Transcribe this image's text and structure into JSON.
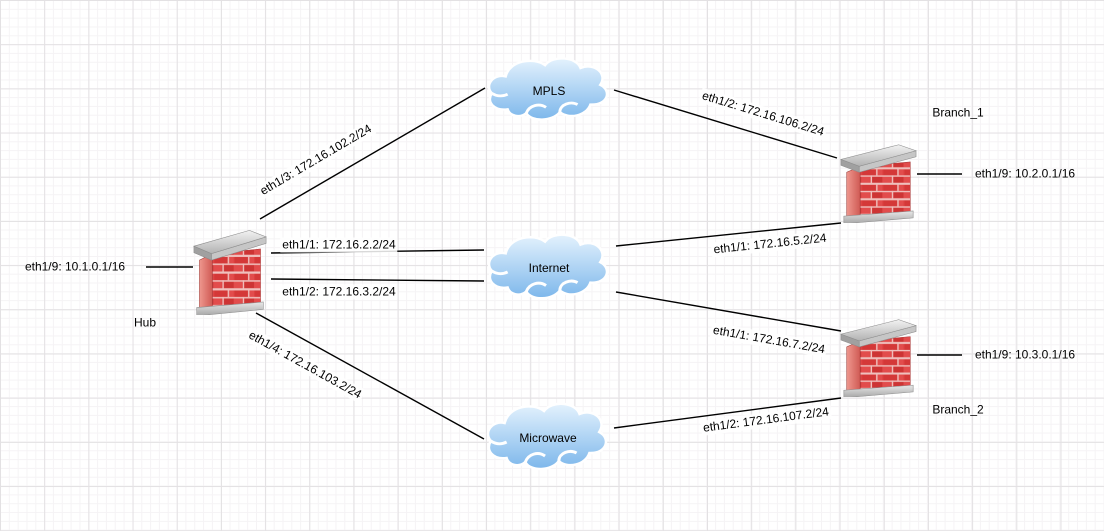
{
  "canvas": {
    "background": "#ffffff",
    "grid_minor_color": "#f5f3f5",
    "grid_major_color": "#e3e1e3"
  },
  "colors": {
    "edge_line": "#000000",
    "firewall_brick": "#dc4040",
    "firewall_mortar": "#efc0bd",
    "firewall_cap_gray": "#c6c6c6",
    "cloud_gradient_top": "#e4f2fd",
    "cloud_gradient_bottom": "#7db7eb",
    "label_text": "#000000"
  },
  "nodes": {
    "hub": {
      "label": "Hub",
      "type": "firewall"
    },
    "branch1": {
      "label": "Branch_1",
      "type": "firewall"
    },
    "branch2": {
      "label": "Branch_2",
      "type": "firewall"
    },
    "mpls": {
      "label": "MPLS",
      "type": "cloud"
    },
    "internet": {
      "label": "Internet",
      "type": "cloud"
    },
    "microwave": {
      "label": "Microwave",
      "type": "cloud"
    }
  },
  "lan_labels": {
    "hub": "eth1/9: 10.1.0.1/16",
    "branch1": "eth1/9: 10.2.0.1/16",
    "branch2": "eth1/9: 10.3.0.1/16"
  },
  "edge_labels": {
    "hub_mpls": "eth1/3: 172.16.102.2/24",
    "hub_internet_1": "eth1/1: 172.16.2.2/24",
    "hub_internet_2": "eth1/2: 172.16.3.2/24",
    "hub_microwave": "eth1/4: 172.16.103.2/24",
    "mpls_branch1": "eth1/2: 172.16.106.2/24",
    "internet_branch1": "eth1/1: 172.16.5.2/24",
    "internet_branch2": "eth1/1: 172.16.7.2/24",
    "microwave_branch2": "eth1/2: 172.16.107.2/24"
  }
}
